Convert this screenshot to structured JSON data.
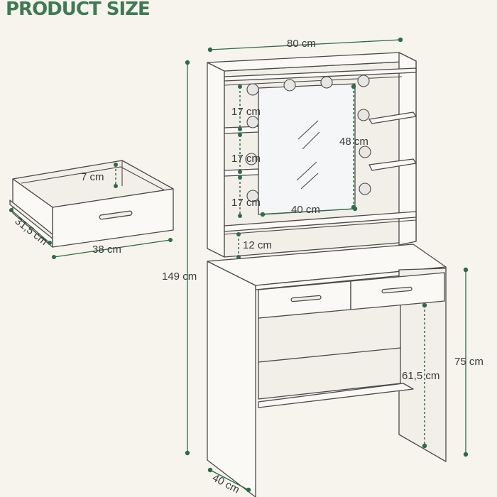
{
  "title": "PRODUCT SIZE",
  "colors": {
    "accent": "#2f6b47",
    "title": "#3f7a55",
    "line": "#4a4a4a",
    "background": "#f7f4ee"
  },
  "dimensions": {
    "total_width": "80 cm",
    "total_height": "149 cm",
    "table_height": "75 cm",
    "knee_clearance": "61,5 cm",
    "depth": "40 cm",
    "mirror_width": "40 cm",
    "mirror_height": "48 cm",
    "shelf_1": "17 cm",
    "shelf_2": "17 cm",
    "shelf_3": "17 cm",
    "lower_shelf": "12 cm"
  },
  "drawer": {
    "inner_depth": "7 cm",
    "side_depth": "31,5 cm",
    "width": "38 cm"
  }
}
